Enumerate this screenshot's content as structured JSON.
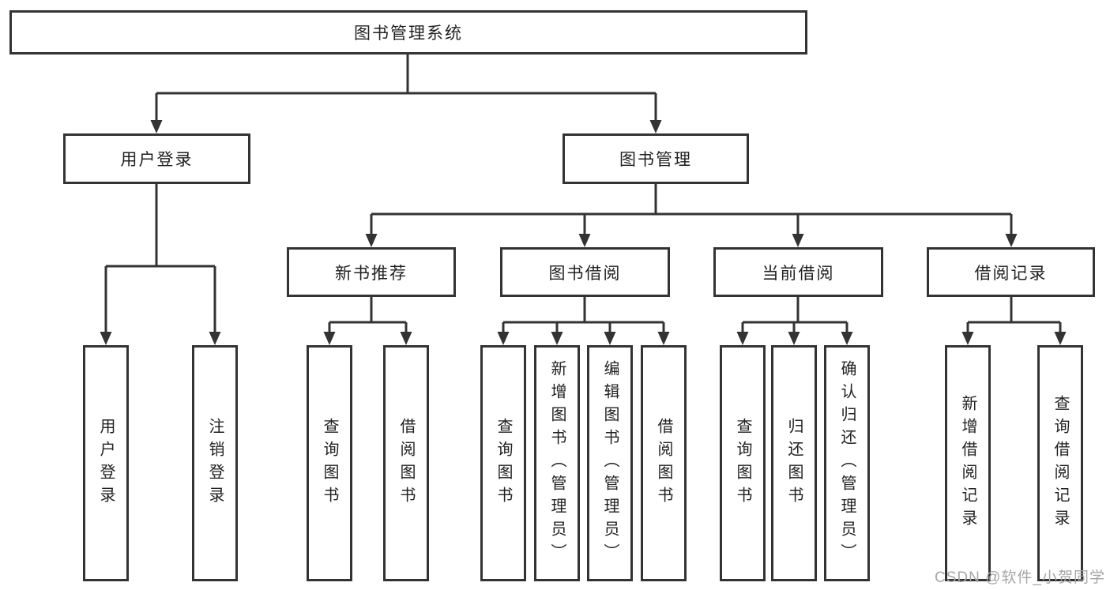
{
  "diagram": {
    "root": "图书管理系统",
    "user_login": {
      "label": "用户登录",
      "children": [
        "用户登录",
        "注销登录"
      ]
    },
    "book_mgmt": {
      "label": "图书管理",
      "modules": [
        {
          "label": "新书推荐",
          "children": [
            "查询图书",
            "借阅图书"
          ]
        },
        {
          "label": "图书借阅",
          "children": [
            "查询图书",
            "新增图书（管理员）",
            "编辑图书（管理员）",
            "借阅图书"
          ]
        },
        {
          "label": "当前借阅",
          "children": [
            "查询图书",
            "归还图书",
            "确认归还（管理员）"
          ]
        },
        {
          "label": "借阅记录",
          "children": [
            "新增借阅记录",
            "查询借阅记录"
          ]
        }
      ]
    }
  },
  "watermark": "CSDN @软件_小贺同学",
  "colors": {
    "line": "#333333",
    "box_border": "#333333",
    "box_fill": "#ffffff",
    "text": "#222222",
    "watermark": "#a6a6a6",
    "background": "#ffffff"
  }
}
